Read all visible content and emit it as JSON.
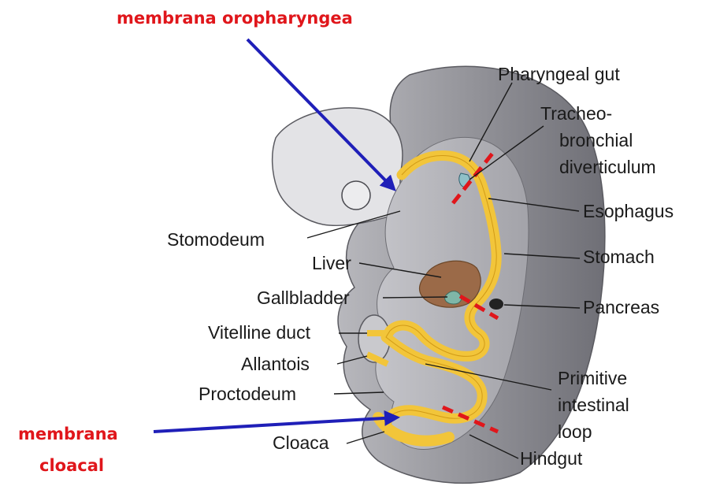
{
  "annotations": {
    "top_red": "membrana oropharyngea",
    "bottom_red_line1": "membrana",
    "bottom_red_line2": "cloacal"
  },
  "labels": {
    "pharyngeal_gut": "Pharyngeal gut",
    "tracheo_line1": "Tracheo-",
    "tracheo_line2": "bronchial",
    "tracheo_line3": "diverticulum",
    "esophagus": "Esophagus",
    "stomodeum": "Stomodeum",
    "liver": "Liver",
    "stomach": "Stomach",
    "gallbladder": "Gallbladder",
    "pancreas": "Pancreas",
    "vitelline_duct": "Vitelline duct",
    "allantois": "Allantois",
    "proctodeum": "Proctodeum",
    "primitive_line1": "Primitive",
    "primitive_line2": "intestinal",
    "primitive_line3": "loop",
    "cloaca": "Cloaca",
    "hindgut": "Hindgut"
  },
  "colors": {
    "annotation_red": "#e0161b",
    "arrow_blue": "#1f1fb8",
    "gut_yellow": "#f2c53a",
    "embryo_gray": "#8e8e95",
    "liver_brown": "#9b6a48"
  }
}
